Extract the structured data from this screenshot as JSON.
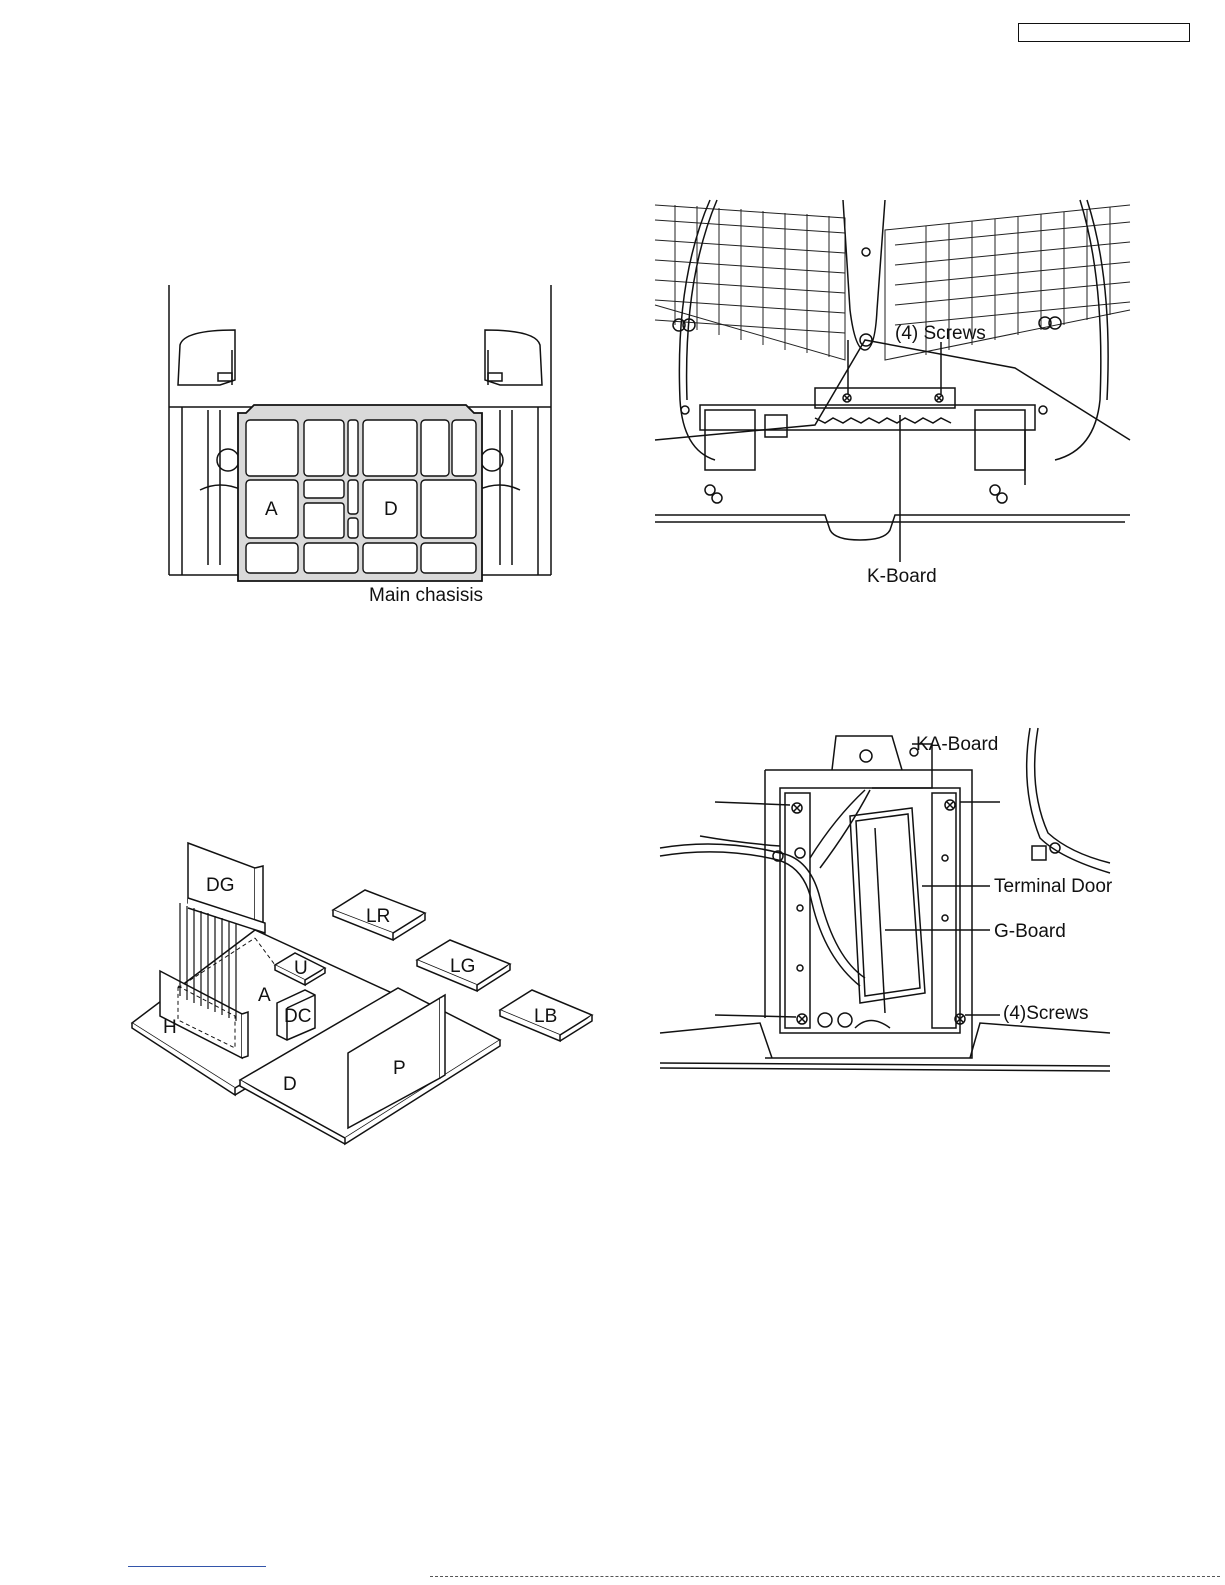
{
  "figure1": {
    "caption": "Main chasisis",
    "board_a": "A",
    "board_d": "D"
  },
  "figure2": {
    "screws": "(4) Screws",
    "board": "K-Board"
  },
  "figure3": {
    "boards": {
      "dg": "DG",
      "lr": "LR",
      "lg": "LG",
      "lb": "LB",
      "u": "U",
      "a": "A",
      "dc": "DC",
      "h": "H",
      "d": "D",
      "p": "P"
    }
  },
  "figure4": {
    "ka_board": "KA-Board",
    "terminal_door": "Terminal Door",
    "g_board": "G-Board",
    "screws": "(4)Screws"
  }
}
